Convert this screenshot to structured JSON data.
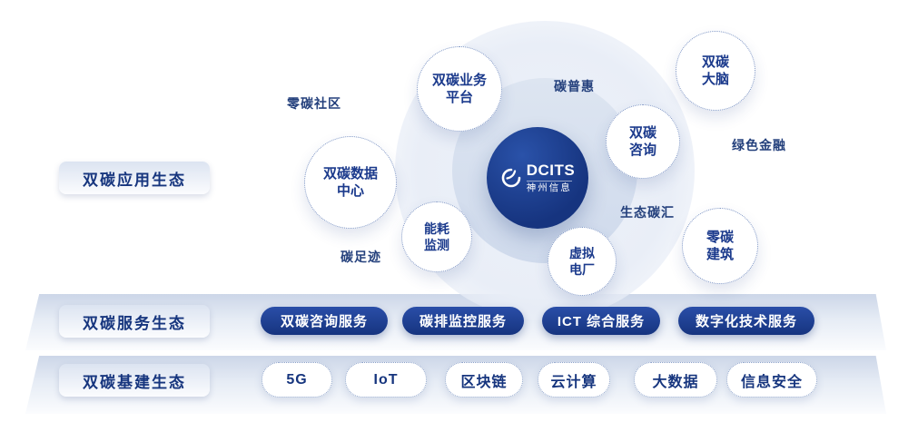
{
  "colors": {
    "navy": "#16347f",
    "band_light": "#ccd6e8",
    "bubble_border": "#7b93c4",
    "text_navy": "#1b3a8c"
  },
  "center": {
    "brand": "DCITS",
    "brand_sub": "神州信息"
  },
  "rows": {
    "application": {
      "label": "双碳应用生态"
    },
    "service": {
      "label": "双碳服务生态",
      "pills": [
        {
          "label": "双碳咨询服务"
        },
        {
          "label": "碳排监控服务"
        },
        {
          "label": "ICT 综合服务"
        },
        {
          "label": "数字化技术服务"
        }
      ]
    },
    "infrastructure": {
      "label": "双碳基建生态",
      "pills": [
        {
          "label": "5G"
        },
        {
          "label": "IoT"
        },
        {
          "label": "区块链"
        },
        {
          "label": "云计算"
        },
        {
          "label": "大数据"
        },
        {
          "label": "信息安全"
        }
      ]
    }
  },
  "bubbles": [
    {
      "label": "双碳业务\n平台"
    },
    {
      "label": "双碳\n大脑"
    },
    {
      "label": "双碳\n咨询"
    },
    {
      "label": "零碳\n建筑"
    },
    {
      "label": "虚拟\n电厂"
    },
    {
      "label": "能耗\n监测"
    },
    {
      "label": "双碳数据\n中心"
    }
  ],
  "floating_labels": [
    {
      "label": "零碳社区"
    },
    {
      "label": "碳普惠"
    },
    {
      "label": "绿色金融"
    },
    {
      "label": "生态碳汇"
    },
    {
      "label": "碳足迹"
    }
  ]
}
